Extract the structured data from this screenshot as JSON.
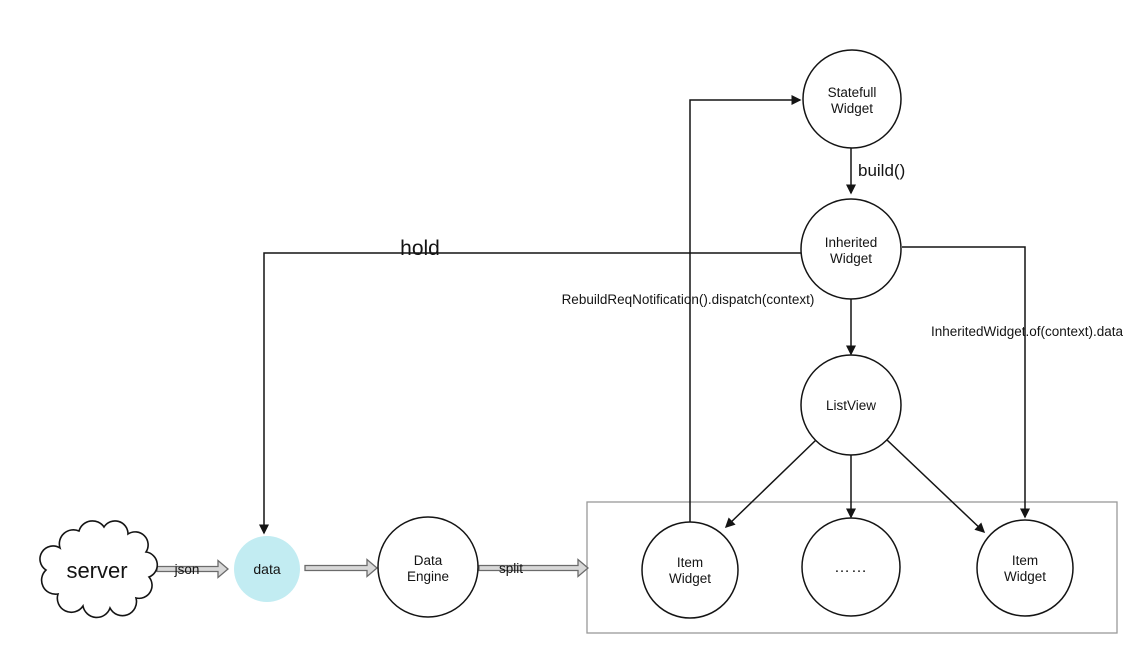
{
  "nodes": {
    "server": {
      "label": "server"
    },
    "data": {
      "label": "data"
    },
    "data_engine": {
      "line1": "Data",
      "line2": "Engine"
    },
    "statefull_widget": {
      "line1": "Statefull",
      "line2": "Widget"
    },
    "inherited_widget": {
      "line1": "Inherited",
      "line2": "Widget"
    },
    "list_view": {
      "label": "ListView"
    },
    "item_widget_left": {
      "line1": "Item",
      "line2": "Widget"
    },
    "item_widget_middle": {
      "label": "……"
    },
    "item_widget_right": {
      "line1": "Item",
      "line2": "Widget"
    }
  },
  "edge_labels": {
    "json": "json",
    "split": "split",
    "hold": "hold",
    "build": "build()",
    "rebuild": "RebuildReqNotification().dispatch(context)",
    "inherited_of": "InheritedWidget.of(context).data"
  },
  "colors": {
    "line": "#141414",
    "data_fill": "#c2ecf2",
    "data_text": "#8fa0a2",
    "json_label": "#4d4d4d",
    "split_label": "#707070",
    "box_border": "#999999",
    "block_arrow_fill": "#d8d8d8",
    "block_arrow_stroke": "#6b6b6b",
    "background": "#ffffff"
  }
}
